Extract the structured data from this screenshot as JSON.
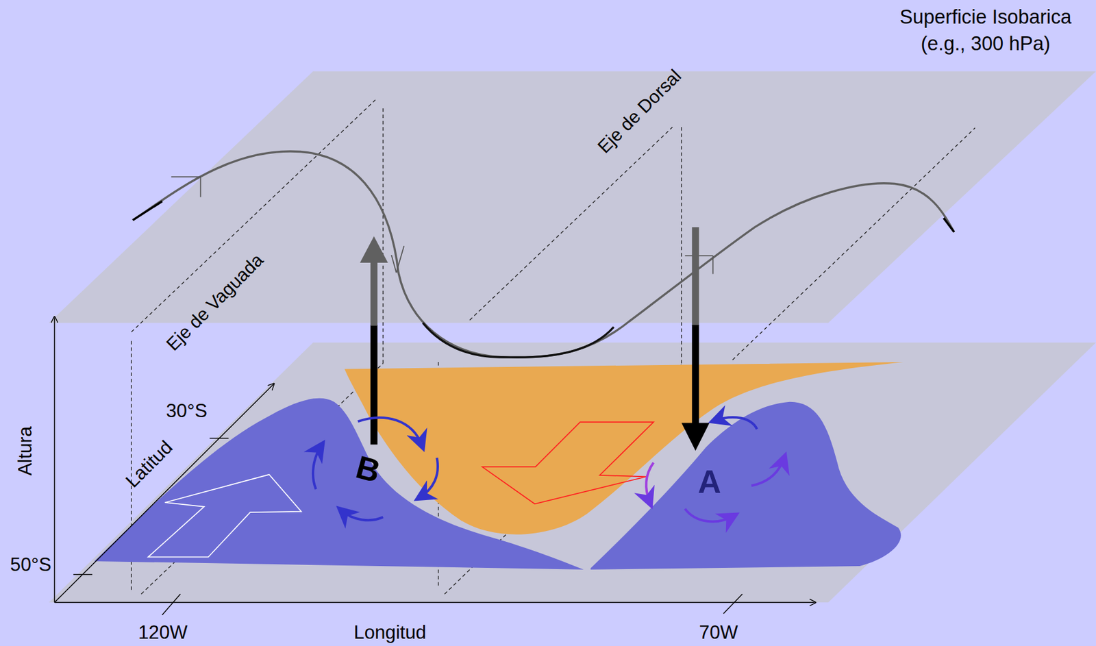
{
  "diagram": {
    "labels": [
      "Superficie Isobarica (e.g., 300 hPa)",
      "Eje de Dorsal",
      "Eje de Vaguada",
      "Altura",
      "30°S",
      "Latitud",
      "B",
      "A",
      "50°S",
      "120W",
      "Longitud",
      "70W"
    ]
  }
}
